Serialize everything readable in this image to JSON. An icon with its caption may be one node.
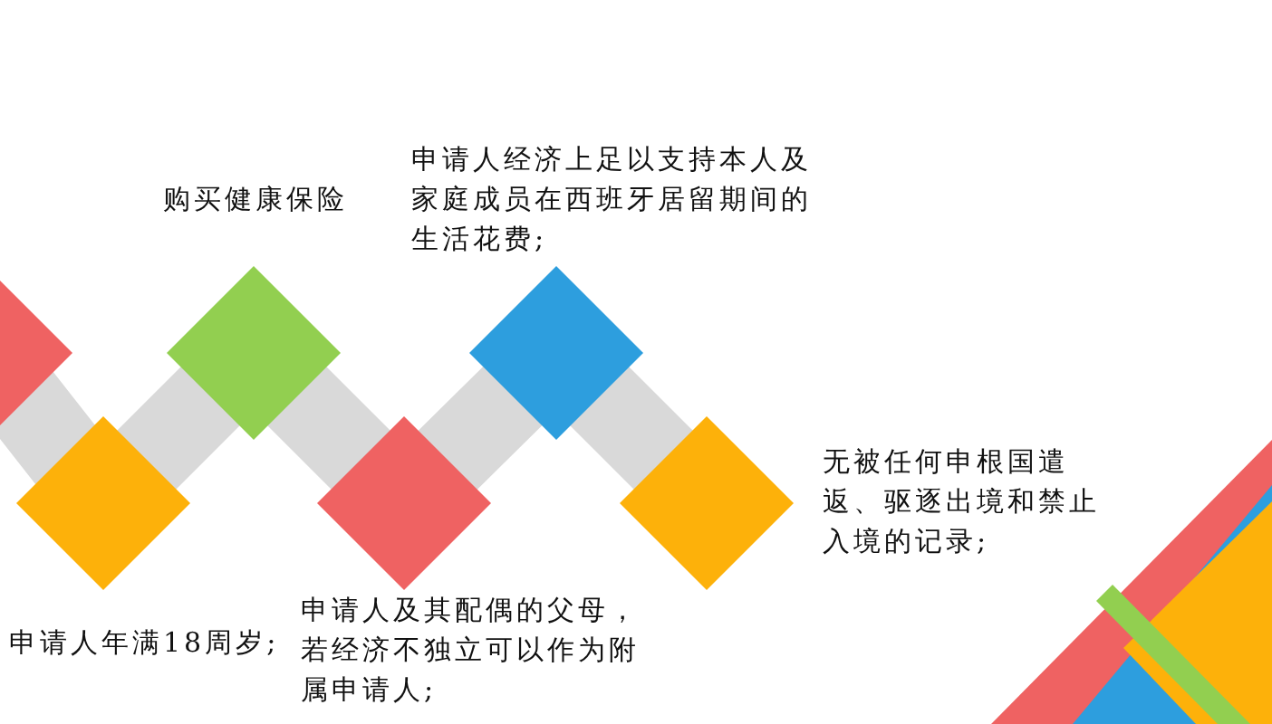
{
  "diagram": {
    "nodes": [
      {
        "text": [],
        "shape": "diamond"
      },
      {
        "text": [],
        "shape": "diamond",
        "beside": [
          "申请人年满18周岁;"
        ]
      },
      {
        "text": [],
        "shape": "diamond",
        "beside": [
          "购买健康保险"
        ]
      },
      {
        "text": [],
        "shape": "diamond",
        "beside": [
          "申请人及其配偶的父母，若经济不独立可以作为附属申请人;"
        ]
      },
      {
        "text": [],
        "shape": "diamond",
        "beside": [
          "申请人经济上足以支持本人及家庭成员在西班牙居留期间的生活花费;"
        ]
      },
      {
        "text": [],
        "shape": "diamond",
        "beside": [
          "无被任何申根国遣返、驱逐出境和禁止入境的记录;"
        ]
      }
    ]
  }
}
